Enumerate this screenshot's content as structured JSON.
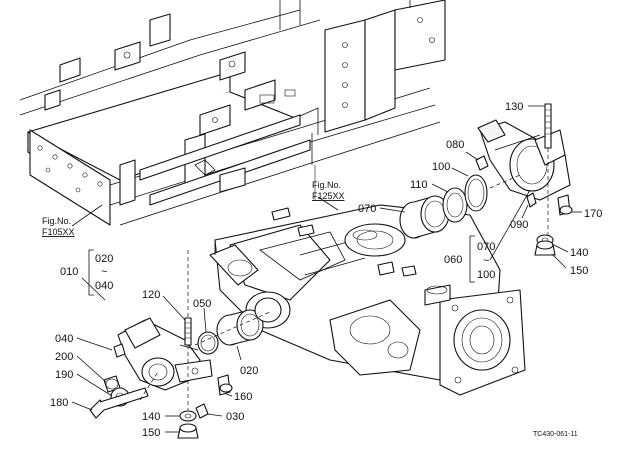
{
  "figure_refs": {
    "upper": {
      "line1": "Fig.No.",
      "line2": "F105XX"
    },
    "center": {
      "line1": "Fig.No.",
      "line2": "F125XX"
    }
  },
  "bracket_left": {
    "ref": "010",
    "top": "020",
    "tilde": "~",
    "bottom": "040"
  },
  "bracket_right": {
    "ref": "060",
    "top": "070",
    "tilde": "~",
    "bottom": "100"
  },
  "callouts": {
    "c130": "130",
    "c080": "080",
    "c100": "100",
    "c110": "110",
    "c070": "070",
    "c170": "170",
    "c090": "090",
    "c140r": "140",
    "c150r": "150",
    "c120": "120",
    "c050": "050",
    "c040": "040",
    "c200": "200",
    "c190": "190",
    "c180": "180",
    "c020": "020",
    "c160": "160",
    "c140l": "140",
    "c030": "030",
    "c150l": "150"
  },
  "drawing_code": "TC430-061-11"
}
